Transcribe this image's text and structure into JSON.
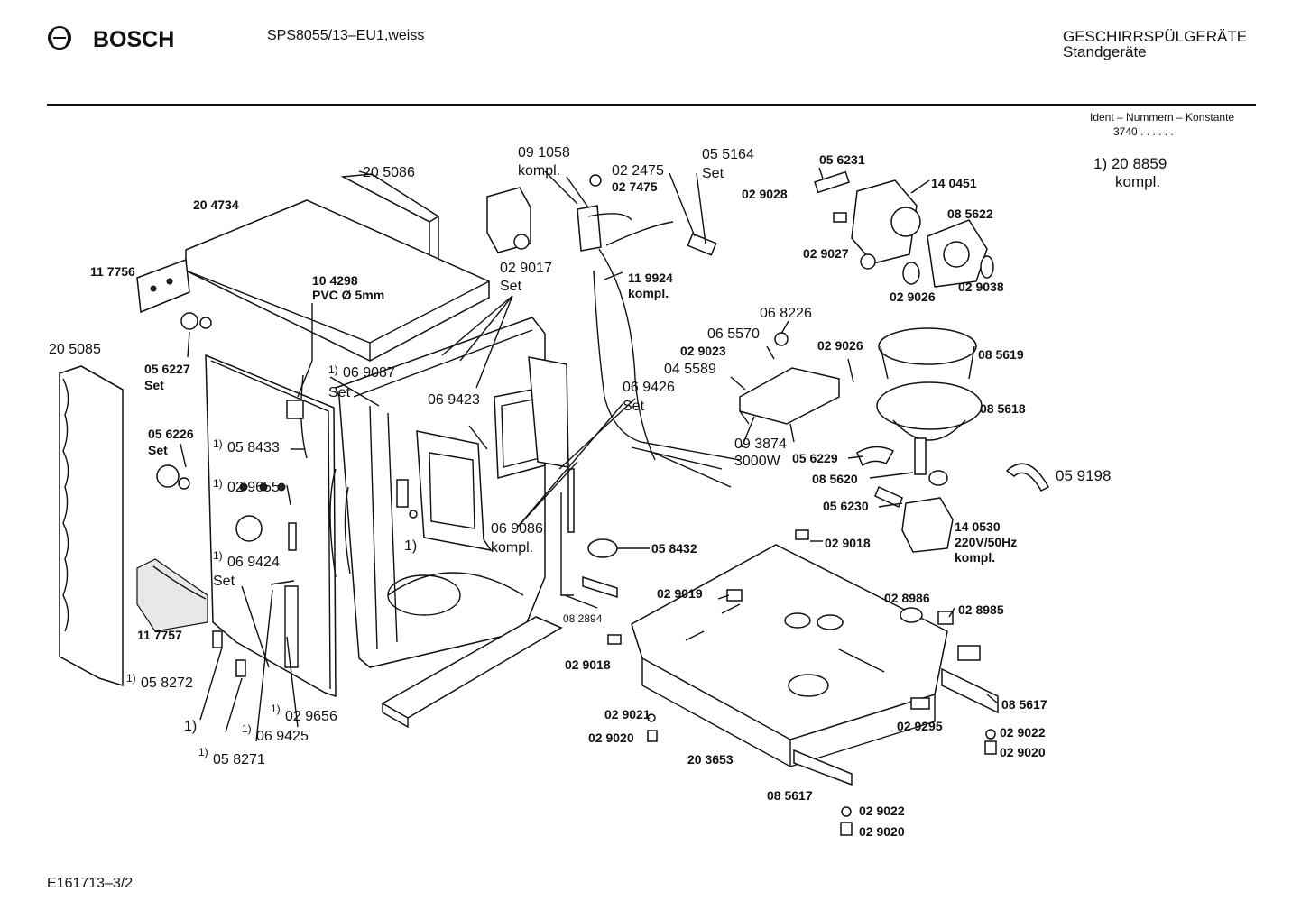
{
  "header": {
    "brand": "BOSCH",
    "model": "SPS8055/13–EU1,weiss",
    "category": "GESCHIRRSPÜLGERÄTE",
    "subcategory": "Standgeräte",
    "ident_label": "Ident – Nummern – Konstante",
    "ident_value": "3740 . .   . . . .",
    "footnote_ref": "1) 20 8859",
    "footnote_ref_2": "kompl."
  },
  "footer": {
    "drawing_number": "E161713–3/2"
  },
  "icons": {
    "logo": "bosch-armature-icon"
  },
  "labels": [
    "20 5086",
    "20 4734",
    "11 7756",
    "10 4298",
    "PVC Ø 5mm",
    "20 5085",
    "05 6227",
    "Set",
    "05 6226",
    "Set",
    "1)",
    "06 9087",
    "Set",
    "1)",
    "05 8433",
    "1)",
    "02 9655",
    "1)",
    "06 9424",
    "Set",
    "11 7757",
    "1)",
    "05 8272",
    "1)",
    "1)",
    "02 9656",
    "1)",
    "06 9425",
    "1)",
    "05 8271",
    "09 1058",
    "kompl.",
    "02 2475",
    "02 7475",
    "05 5164",
    "Set",
    "02 9017",
    "Set",
    "11 9924",
    "kompl.",
    "06 9423",
    "06 9426",
    "Set",
    "06 9086",
    "kompl.",
    "1)",
    "05 8432",
    "08 2894",
    "05 6231",
    "02 9028",
    "14 0451",
    "08 5622",
    "02 9027",
    "02 9026",
    "02 9038",
    "06 8226",
    "06 5570",
    "02 9023",
    "04 5589",
    "02 9026",
    "08 5619",
    "08 5618",
    "09 3874",
    "3000W",
    "05 6229",
    "08 5620",
    "05 9198",
    "05 6230",
    "14 0530",
    "220V/50Hz",
    "kompl.",
    "02 9018",
    "02 9019",
    "02 8986",
    "02 8985",
    "02 9018",
    "08 5617",
    "02 9021",
    "02 9020",
    "02 9295",
    "02 9022",
    "02 9020",
    "20 3653",
    "08 5617",
    "02 9022",
    "02 9020"
  ]
}
